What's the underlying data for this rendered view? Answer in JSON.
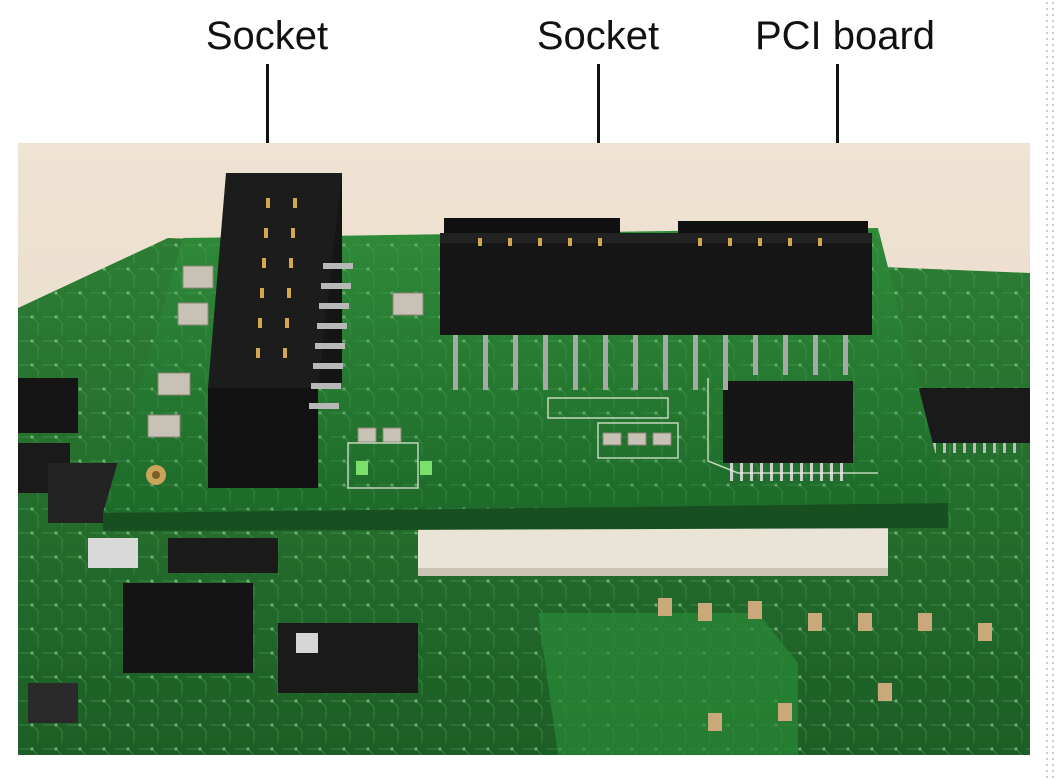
{
  "labels": {
    "left_socket": "Socket",
    "right_socket": "Socket",
    "pci_board": "PCI board"
  },
  "colors": {
    "pcb_green_dark": "#1f6b2a",
    "pcb_green_light": "#3f9a3c",
    "connector_black": "#151515",
    "wall_beige": "#ece0cf"
  }
}
